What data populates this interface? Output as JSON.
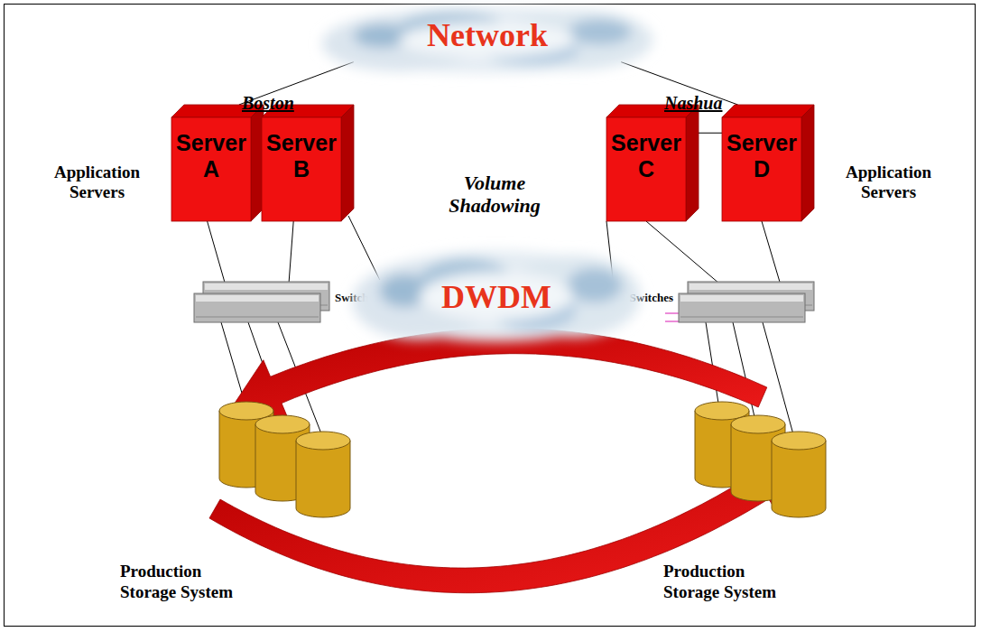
{
  "diagram": {
    "nodes": [
      {
        "text": [
          "Network"
        ]
      },
      {
        "text": [
          "Server A"
        ]
      },
      {
        "text": [
          "Server B"
        ]
      },
      {
        "text": [
          "Server C"
        ]
      },
      {
        "text": [
          "Server D"
        ]
      },
      {
        "text": [
          "Switches"
        ]
      },
      {
        "text": [
          "Switches"
        ]
      },
      {
        "text": [
          "DWDM"
        ]
      },
      {
        "text": [
          "Production Storage System"
        ]
      },
      {
        "text": [
          "Production Storage System"
        ]
      }
    ],
    "edges": [
      {
        "from": 1,
        "to": 0,
        "arrow": "none"
      },
      {
        "from": 4,
        "to": 0,
        "arrow": "none"
      },
      {
        "from": 1,
        "to": 2,
        "arrow": "none"
      },
      {
        "from": 3,
        "to": 4,
        "arrow": "none"
      },
      {
        "from": 1,
        "to": 5,
        "arrow": "none"
      },
      {
        "from": 2,
        "to": 5,
        "arrow": "none"
      },
      {
        "from": 2,
        "to": 7,
        "arrow": "none"
      },
      {
        "from": 3,
        "to": 7,
        "arrow": "none"
      },
      {
        "from": 3,
        "to": 6,
        "arrow": "none"
      },
      {
        "from": 4,
        "to": 6,
        "arrow": "none"
      },
      {
        "from": 5,
        "to": 8,
        "arrow": "none"
      },
      {
        "from": 6,
        "to": 9,
        "arrow": "none"
      },
      {
        "from": 9,
        "to": 8,
        "arrow": "to"
      },
      {
        "from": 8,
        "to": 9,
        "arrow": "to"
      }
    ],
    "labels": [
      "Boston",
      "Nashua",
      "Application Servers",
      "Volume Shadowing",
      "Application Servers"
    ]
  }
}
